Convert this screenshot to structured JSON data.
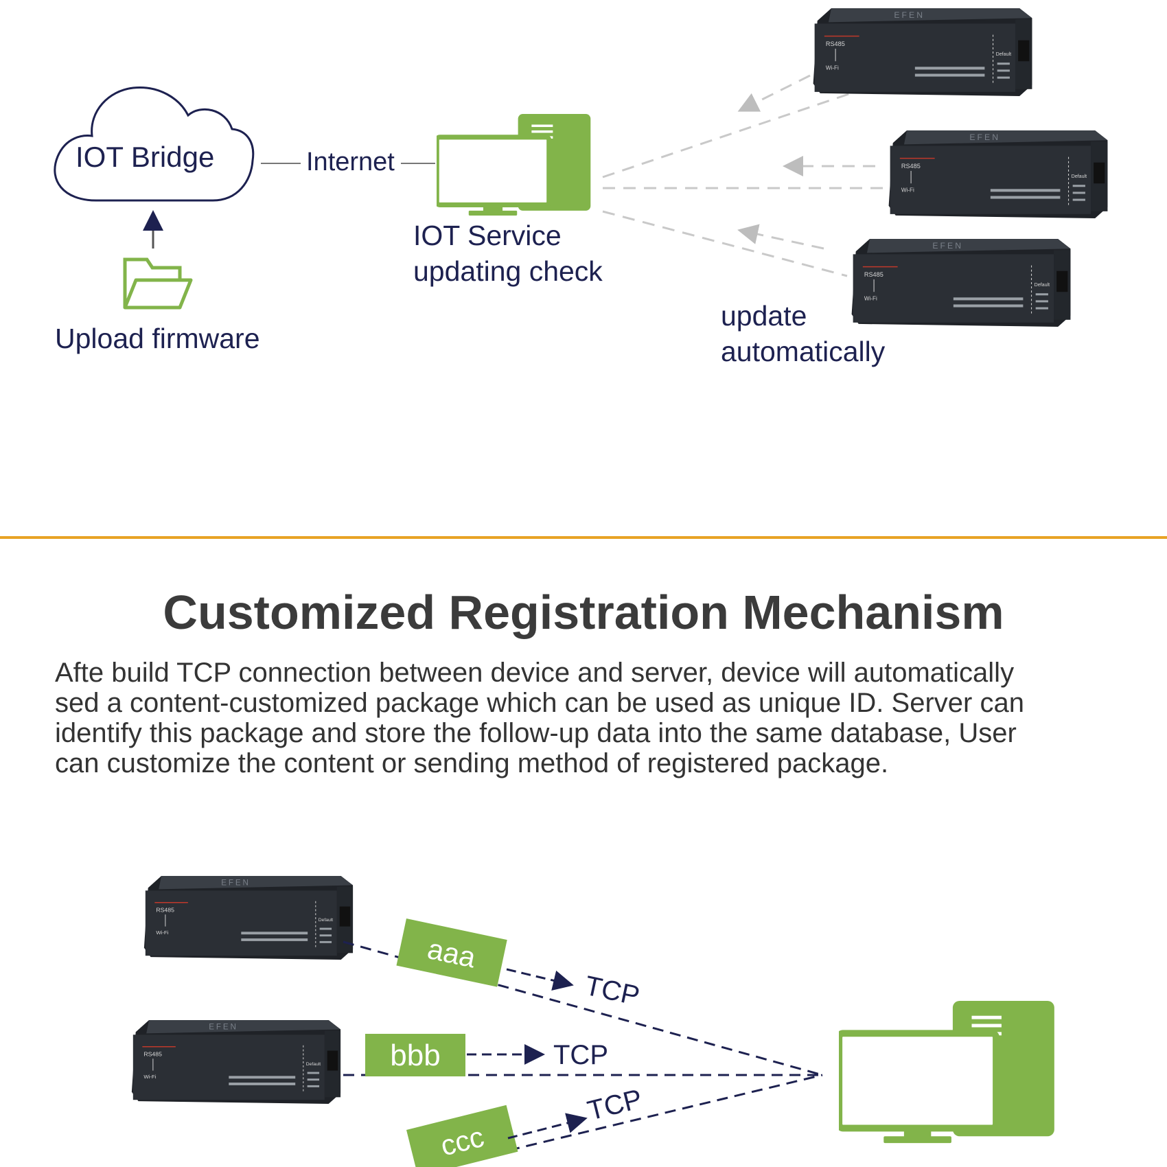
{
  "top_diagram": {
    "cloud_label": "IOT Bridge",
    "internet_label": "Internet",
    "service_label_line1": "IOT Service",
    "service_label_line2": "updating check",
    "upload_label": "Upload firmware",
    "update_label_line1": "update",
    "update_label_line2": "automatically"
  },
  "section": {
    "title": "Customized Registration Mechanism",
    "description_lines": [
      "Afte build TCP connection between device and server, device will automatically",
      "sed a content-customized package which can be used as unique ID. Server can",
      "identify this package and store the follow-up data into the same database, User",
      "can customize the content or sending method of registered package."
    ]
  },
  "bottom_diagram": {
    "packages": [
      {
        "tag": "aaa",
        "protocol": "TCP"
      },
      {
        "tag": "bbb",
        "protocol": "TCP"
      },
      {
        "tag": "ccc",
        "protocol": "TCP"
      }
    ]
  },
  "device_label": {
    "port": "RS485",
    "wifi": "Wi-Fi",
    "side": "Default"
  },
  "colors": {
    "accent_green": "#82b44a",
    "navy": "#1d2150",
    "divider_orange": "#e8a325",
    "device_body": "#2b2f35",
    "dash_gray": "#c9c9c9"
  }
}
